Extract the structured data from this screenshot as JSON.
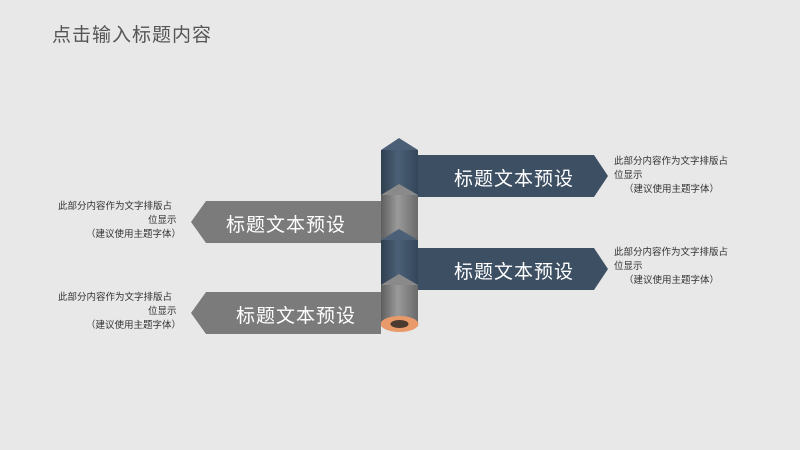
{
  "slide": {
    "title": "点击输入标题内容"
  },
  "items": [
    {
      "label": "标题文本预设",
      "desc_line1": "此部分内容作为文字排版占",
      "desc_line2": "位显示",
      "desc_line3": "（建议使用主题字体）",
      "color": "#3d4f63",
      "side": "right"
    },
    {
      "label": "标题文本预设",
      "desc_line1": "此部分内容作为文字排版占",
      "desc_line2": "位显示",
      "desc_line3": "（建议使用主题字体）",
      "color": "#7b7b7b",
      "side": "left"
    },
    {
      "label": "标题文本预设",
      "desc_line1": "此部分内容作为文字排版占",
      "desc_line2": "位显示",
      "desc_line3": "（建议使用主题字体）",
      "color": "#3d4f63",
      "side": "right"
    },
    {
      "label": "标题文本预设",
      "desc_line1": "此部分内容作为文字排版占",
      "desc_line2": "位显示",
      "desc_line3": "（建议使用主题字体）",
      "color": "#7b7b7b",
      "side": "left"
    }
  ],
  "colors": {
    "dark_blue": "#3d4f63",
    "gray": "#7b7b7b",
    "accent_orange": "#e89a6a"
  }
}
